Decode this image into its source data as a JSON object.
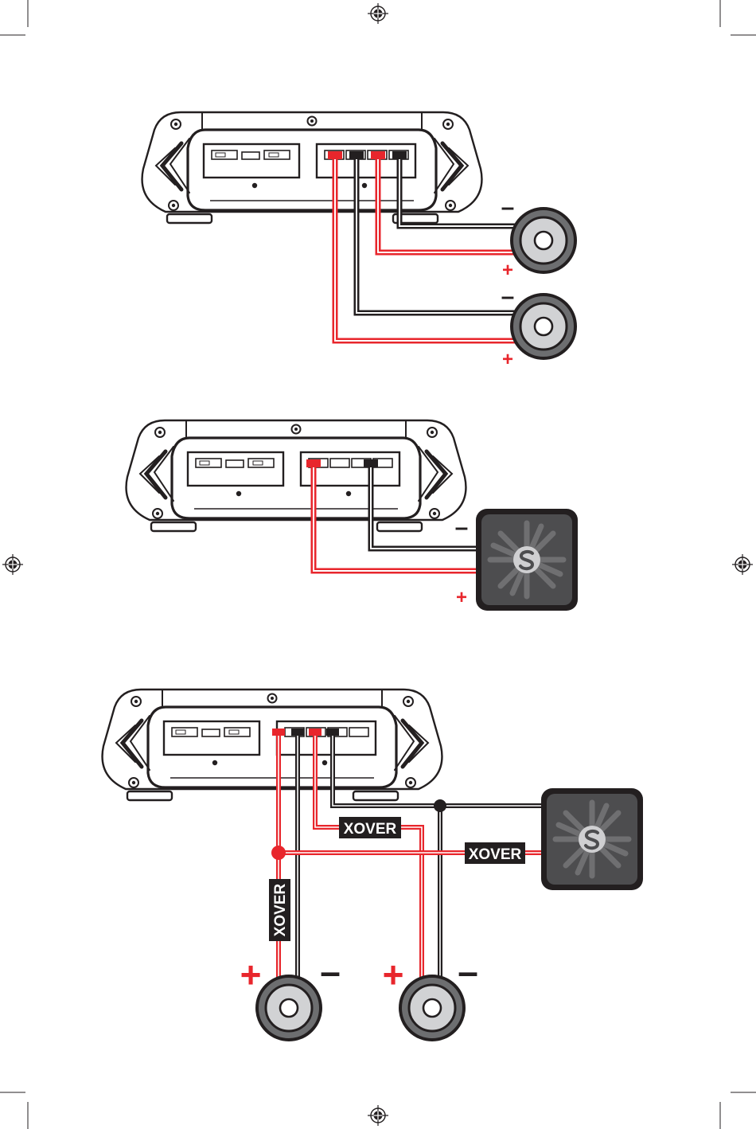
{
  "labels": {
    "minus": "–",
    "plus": "+",
    "xover": "XOVER"
  },
  "colors": {
    "positive_wire": "#e8262c",
    "negative_wire": "#231f20",
    "speaker_ring": "#6d6e70",
    "speaker_cone": "#d1d2d4",
    "sub_face": "#4d4d4f",
    "sub_rays": "#6f6f71",
    "logo": "#cfcfd1"
  },
  "icons": {
    "registration_mark": "crosshair-circle-icon",
    "amplifier": "amplifier-icon",
    "speaker": "round-speaker-icon",
    "subwoofer": "square-subwoofer-icon",
    "brand_logo": "s-logo-icon"
  },
  "diagrams": [
    {
      "id": "four-channel-two-speakers",
      "amplifier_terminals": 4,
      "speakers": 2,
      "subwoofers": 0
    },
    {
      "id": "bridged-subwoofer",
      "amplifier_terminals": 4,
      "speakers": 0,
      "subwoofers": 1
    },
    {
      "id": "crossover-system",
      "amplifier_terminals": 4,
      "speakers": 2,
      "subwoofers": 1,
      "crossovers": 3
    }
  ]
}
